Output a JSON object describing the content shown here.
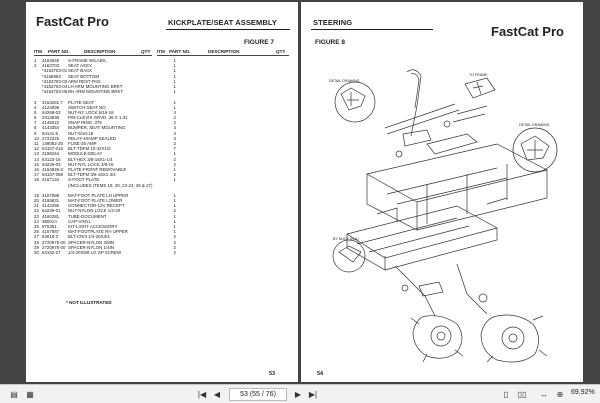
{
  "left_page": {
    "brand": "FastCat Pro",
    "section_title": "KICKPLATE/SEAT ASSEMBLY",
    "figure": "FIGURE 7",
    "columns": {
      "itm": "ITM",
      "part_no": "PART NO.",
      "description": "DESCRIPTION",
      "qty": "QTY",
      "itm2": "ITM",
      "part_no2": "PART NO.",
      "description2": "DESCRIPTION",
      "qty2": "QTY"
    },
    "parts": [
      {
        "itm": "1",
        "pn": "4164649",
        "desc": "S-FRAME W/LABS,",
        "qty": "1"
      },
      {
        "itm": "2",
        "pn": "4163703",
        "desc": "SEAT ASSY,",
        "qty": "1"
      },
      {
        "itm": "",
        "pn": "*4163703-01",
        "desc": "SEAT BACK",
        "qty": "1"
      },
      {
        "itm": "",
        "pn": "*4168863",
        "desc": "SEAT BOTTOM",
        "qty": "1"
      },
      {
        "itm": "",
        "pn": "*4163703-03",
        "desc": "ARM REST PAD",
        "qty": "1"
      },
      {
        "itm": "",
        "pn": "*4163703-04",
        "desc": "LH ARM MOUNTING BRKT",
        "qty": "1"
      },
      {
        "itm": "",
        "pn": "*4163703-05",
        "desc": "RH ARM MOUNTING BRKT",
        "qty": "1"
      },
      {
        "itm": "",
        "pn": "",
        "desc": "",
        "qty": ""
      },
      {
        "itm": "3",
        "pn": "4163281-7",
        "desc": "PLATE-SEAT",
        "qty": "1"
      },
      {
        "itm": "4",
        "pn": "4124099",
        "desc": "SWITCH-SEAT NO",
        "qty": "1"
      },
      {
        "itm": "5",
        "pn": "64268-02",
        "desc": "NUT-NY LOCK 5/16-18",
        "qty": "4"
      },
      {
        "itm": "6",
        "pn": "3313836",
        "desc": "PIN-CLEVIS GRVD .38 X 1.31",
        "qty": "2"
      },
      {
        "itm": "7",
        "pn": "4146022",
        "desc": "SNAP RING .375",
        "qty": "2"
      },
      {
        "itm": "8",
        "pn": "4143354",
        "desc": "BUMPER, SEAT MOUNTING",
        "qty": "4"
      },
      {
        "itm": "9",
        "pn": "64141-6",
        "desc": "NUT-5/16-18",
        "qty": "4"
      },
      {
        "itm": "10",
        "pn": "2722325",
        "desc": "RELAY-40AMP SEALED",
        "qty": "3"
      },
      {
        "itm": "11",
        "pn": "149082-20",
        "desc": "FUSE-20 AMP",
        "qty": "2"
      },
      {
        "itm": "12",
        "pn": "64107-015",
        "desc": "BLT-TDFM 10-32X1/2",
        "qty": "7"
      },
      {
        "itm": "13",
        "pn": "2198154",
        "desc": "MODULE-DELAY",
        "qty": "1"
      },
      {
        "itm": "14",
        "pn": "64123-16",
        "desc": "BLT-HEX 3/8-16X1-1/4",
        "qty": "2"
      },
      {
        "itm": "15",
        "pn": "64229-03",
        "desc": "NUT-NYL LOCK 3/8-16",
        "qty": "2"
      },
      {
        "itm": "16",
        "pn": "4164949-2",
        "desc": "PLATE-FRONT REMOVABLE",
        "qty": "1"
      },
      {
        "itm": "17",
        "pn": "64107-058",
        "desc": "BLT-TDFM 3/8-16X1-3/4",
        "qty": "2"
      },
      {
        "itm": "18",
        "pn": "4167134",
        "desc": "S-FOOT PLATE",
        "qty": "1"
      },
      {
        "itm": "",
        "pn": "",
        "desc": "(INCLUDES ITEMS 19, 20, 22-24, 26 & 27)",
        "qty": ""
      },
      {
        "itm": "",
        "pn": "",
        "desc": "",
        "qty": ""
      },
      {
        "itm": "19",
        "pn": "4167088",
        "desc": "MAT-FOOT PLATE LH UPPER",
        "qty": "1"
      },
      {
        "itm": "20",
        "pn": "4165831",
        "desc": "MAT-FOOT PLATE LOWER",
        "qty": "1"
      },
      {
        "itm": "21",
        "pn": "4142286",
        "desc": "CONNECTOR-12V RECEPT",
        "qty": "1"
      },
      {
        "itm": "22",
        "pn": "64229-01",
        "desc": "NUT-NYLON LOCK 1/4-20",
        "qty": "2"
      },
      {
        "itm": "23",
        "pn": "4160281",
        "desc": "TUBE-DOCUMENT",
        "qty": "1"
      },
      {
        "itm": "24",
        "pn": "38001A",
        "desc": "CAP-VINYL",
        "qty": "1"
      },
      {
        "itm": "25",
        "pn": "970351",
        "desc": "KIT-LIGHT ACCESSORY",
        "qty": "1"
      },
      {
        "itm": "26",
        "pn": "4167087",
        "desc": "MAT-FOOTPLATE RH UPPER",
        "qty": "1"
      },
      {
        "itm": "27",
        "pn": "64018-2",
        "desc": "BLT-CR/3 1/4-20X3/4",
        "qty": "2"
      },
      {
        "itm": "28",
        "pn": "2720975-00",
        "desc": "SPACER-NYLON 3/8IN",
        "qty": "2"
      },
      {
        "itm": "29",
        "pn": "2720975-00",
        "desc": "SPACER-NYLON 1/4IN",
        "qty": "2"
      },
      {
        "itm": "30",
        "pn": "64152-27",
        "desc": "1/4-20X5/8 LG SP SCREW",
        "qty": "2"
      }
    ],
    "note": "*  NOT ILLUSTRATED",
    "page_number": "53"
  },
  "right_page": {
    "brand": "FastCat Pro",
    "section_title": "STEERING",
    "figure": "FIGURE 8",
    "callouts": {
      "detail1": "DETAIL DRAWING",
      "to_frame": "TO FRAME",
      "detail2": "DETAIL DRAWING",
      "by_kiosk": "BY DUCK (N.A.)"
    },
    "page_number": "54"
  },
  "statusbar": {
    "page_display": "53 (55 / 76)",
    "zoom": "69.92%",
    "first_icon": "first-page-icon",
    "prev_icon": "previous-page-icon",
    "next_icon": "next-page-icon",
    "last_icon": "last-page-icon"
  }
}
